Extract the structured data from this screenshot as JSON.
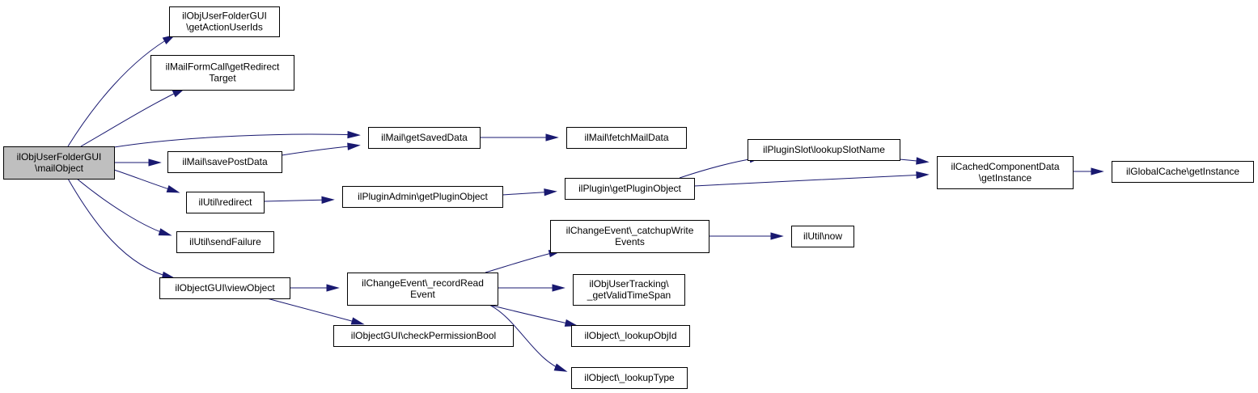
{
  "colors": {
    "node_fill": "#ffffff",
    "root_fill": "#bfbfbf",
    "node_border": "#000000",
    "edge": "#191970"
  },
  "nodes": [
    {
      "id": "root",
      "lines": [
        "ilObjUserFolderGUI",
        "\\mailObject"
      ],
      "root": true
    },
    {
      "id": "getActionUserIds",
      "lines": [
        "ilObjUserFolderGUI",
        "\\getActionUserIds"
      ]
    },
    {
      "id": "getRedirectTarget",
      "lines": [
        "ilMailFormCall\\getRedirect",
        "Target"
      ]
    },
    {
      "id": "getSavedData",
      "lines": [
        "ilMail\\getSavedData"
      ]
    },
    {
      "id": "savePostData",
      "lines": [
        "ilMail\\savePostData"
      ]
    },
    {
      "id": "fetchMailData",
      "lines": [
        "ilMail\\fetchMailData"
      ]
    },
    {
      "id": "redirect",
      "lines": [
        "ilUtil\\redirect"
      ]
    },
    {
      "id": "sendFailure",
      "lines": [
        "ilUtil\\sendFailure"
      ]
    },
    {
      "id": "viewObject",
      "lines": [
        "ilObjectGUI\\viewObject"
      ]
    },
    {
      "id": "getPluginObjectAdmin",
      "lines": [
        "ilPluginAdmin\\getPluginObject"
      ]
    },
    {
      "id": "getPluginObject",
      "lines": [
        "ilPlugin\\getPluginObject"
      ]
    },
    {
      "id": "lookupSlotName",
      "lines": [
        "ilPluginSlot\\lookupSlotName"
      ]
    },
    {
      "id": "cachedGetInstance",
      "lines": [
        "ilCachedComponentData",
        "\\getInstance"
      ]
    },
    {
      "id": "globalGetInstance",
      "lines": [
        "ilGlobalCache\\getInstance"
      ]
    },
    {
      "id": "recordReadEvent",
      "lines": [
        "ilChangeEvent\\_recordRead",
        "Event"
      ]
    },
    {
      "id": "checkPermissionBool",
      "lines": [
        "ilObjectGUI\\checkPermissionBool"
      ]
    },
    {
      "id": "catchupWriteEvents",
      "lines": [
        "ilChangeEvent\\_catchupWrite",
        "Events"
      ]
    },
    {
      "id": "now",
      "lines": [
        "ilUtil\\now"
      ]
    },
    {
      "id": "getValidTimeSpan",
      "lines": [
        "ilObjUserTracking\\",
        "_getValidTimeSpan"
      ]
    },
    {
      "id": "lookupObjId",
      "lines": [
        "ilObject\\_lookupObjId"
      ]
    },
    {
      "id": "lookupType",
      "lines": [
        "ilObject\\_lookupType"
      ]
    }
  ],
  "edges": [
    {
      "from": "root",
      "to": "getActionUserIds"
    },
    {
      "from": "root",
      "to": "getRedirectTarget"
    },
    {
      "from": "root",
      "to": "getSavedData"
    },
    {
      "from": "root",
      "to": "savePostData"
    },
    {
      "from": "root",
      "to": "redirect"
    },
    {
      "from": "root",
      "to": "sendFailure"
    },
    {
      "from": "root",
      "to": "viewObject"
    },
    {
      "from": "savePostData",
      "to": "getSavedData"
    },
    {
      "from": "getSavedData",
      "to": "fetchMailData"
    },
    {
      "from": "redirect",
      "to": "getPluginObjectAdmin"
    },
    {
      "from": "getPluginObjectAdmin",
      "to": "getPluginObject"
    },
    {
      "from": "getPluginObject",
      "to": "lookupSlotName"
    },
    {
      "from": "getPluginObject",
      "to": "cachedGetInstance"
    },
    {
      "from": "lookupSlotName",
      "to": "cachedGetInstance"
    },
    {
      "from": "cachedGetInstance",
      "to": "globalGetInstance"
    },
    {
      "from": "viewObject",
      "to": "recordReadEvent"
    },
    {
      "from": "viewObject",
      "to": "checkPermissionBool"
    },
    {
      "from": "recordReadEvent",
      "to": "catchupWriteEvents"
    },
    {
      "from": "recordReadEvent",
      "to": "getValidTimeSpan"
    },
    {
      "from": "recordReadEvent",
      "to": "lookupObjId"
    },
    {
      "from": "recordReadEvent",
      "to": "lookupType"
    },
    {
      "from": "catchupWriteEvents",
      "to": "now"
    }
  ]
}
